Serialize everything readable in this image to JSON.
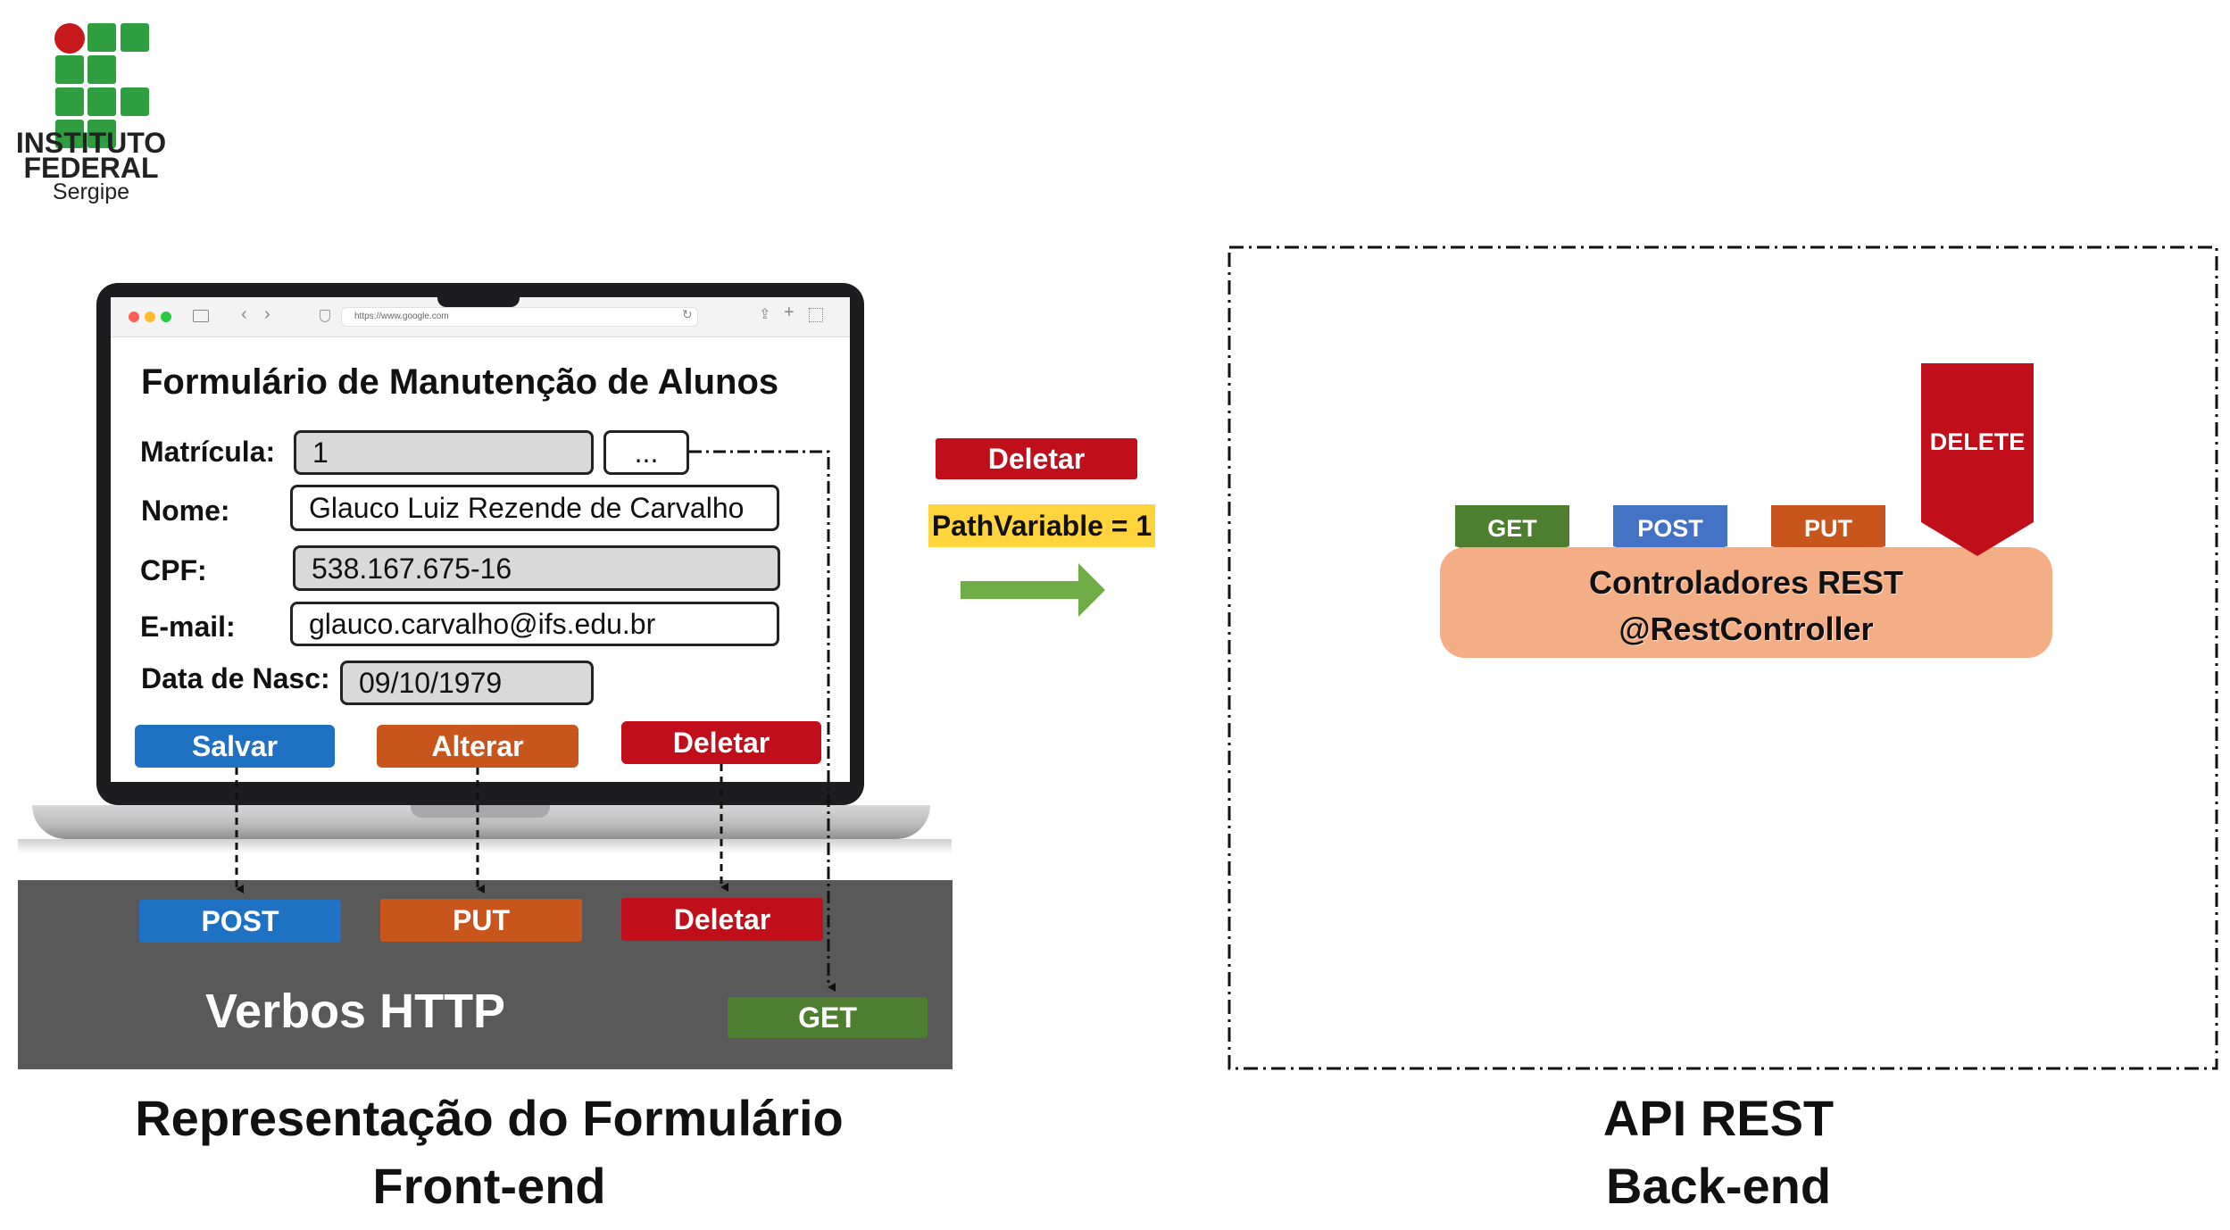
{
  "logo": {
    "line1": "INSTITUTO",
    "line2": "FEDERAL",
    "line3": "Sergipe",
    "colors": {
      "green": "#2f9e41",
      "red": "#c8191e"
    }
  },
  "browser": {
    "url": "https://www.google.com"
  },
  "form": {
    "title": "Formulário de Manutenção de Alunos",
    "matricula_label": "Matrícula:",
    "matricula_value": "1",
    "lookup_button": "...",
    "nome_label": "Nome:",
    "nome_value": "Glauco Luiz Rezende de Carvalho",
    "cpf_label": "CPF:",
    "cpf_value": "538.167.675-16",
    "email_label": "E-mail:",
    "email_value": "glauco.carvalho@ifs.edu.br",
    "nasc_label": "Data de Nasc:",
    "nasc_value": "09/10/1979",
    "buttons": {
      "salvar": "Salvar",
      "alterar": "Alterar",
      "deletar": "Deletar"
    }
  },
  "verbs": {
    "title": "Verbos HTTP",
    "post": "POST",
    "put": "PUT",
    "deletar": "Deletar",
    "get": "GET"
  },
  "request": {
    "action": "Deletar",
    "param": "PathVariable = 1"
  },
  "api": {
    "get": "GET",
    "post": "POST",
    "put": "PUT",
    "delete": "DELETE",
    "controller_line1": "Controladores REST",
    "controller_line2": "@RestController"
  },
  "captions": {
    "front_line1": "Representação do Formulário",
    "front_line2": "Front-end",
    "back_line1": "API REST",
    "back_line2": "Back-end"
  },
  "colors": {
    "blue": "#1f72c3",
    "orange": "#c8561c",
    "red": "#c00f1b",
    "green": "#4e7e2f",
    "api_blue": "#4472c4",
    "panel": "#595959",
    "controller": "#f3ae86",
    "highlight": "#ffd43c",
    "arrow": "#70ad47"
  }
}
